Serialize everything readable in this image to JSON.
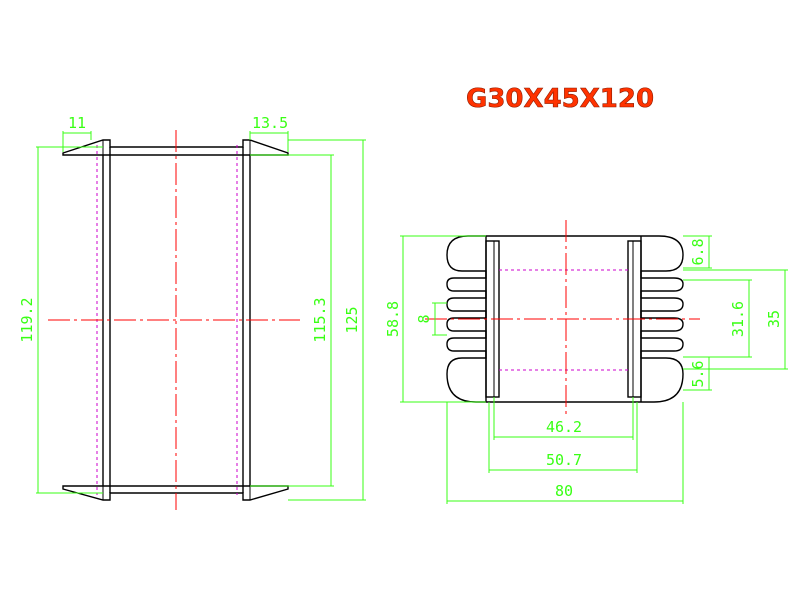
{
  "title": "G30X45X120",
  "colors": {
    "title": "#ff3300",
    "dimension": "#39ff14",
    "outline": "#000000",
    "centerline": "#ff0000",
    "hidden": "#cc00cc"
  },
  "side_view": {
    "dims": {
      "top_left": "11",
      "top_right": "13.5",
      "height_left": "119.2",
      "height_inner": "115.3",
      "height_outer": "125"
    }
  },
  "end_view": {
    "dims": {
      "height_left": "58.8",
      "slot_left": "8",
      "top_right": "6.8",
      "inner_right": "31.6",
      "outer_right": "35",
      "bottom_right": "5.6",
      "width_inner": "46.2",
      "width_mid": "50.7",
      "width_total": "80"
    }
  }
}
